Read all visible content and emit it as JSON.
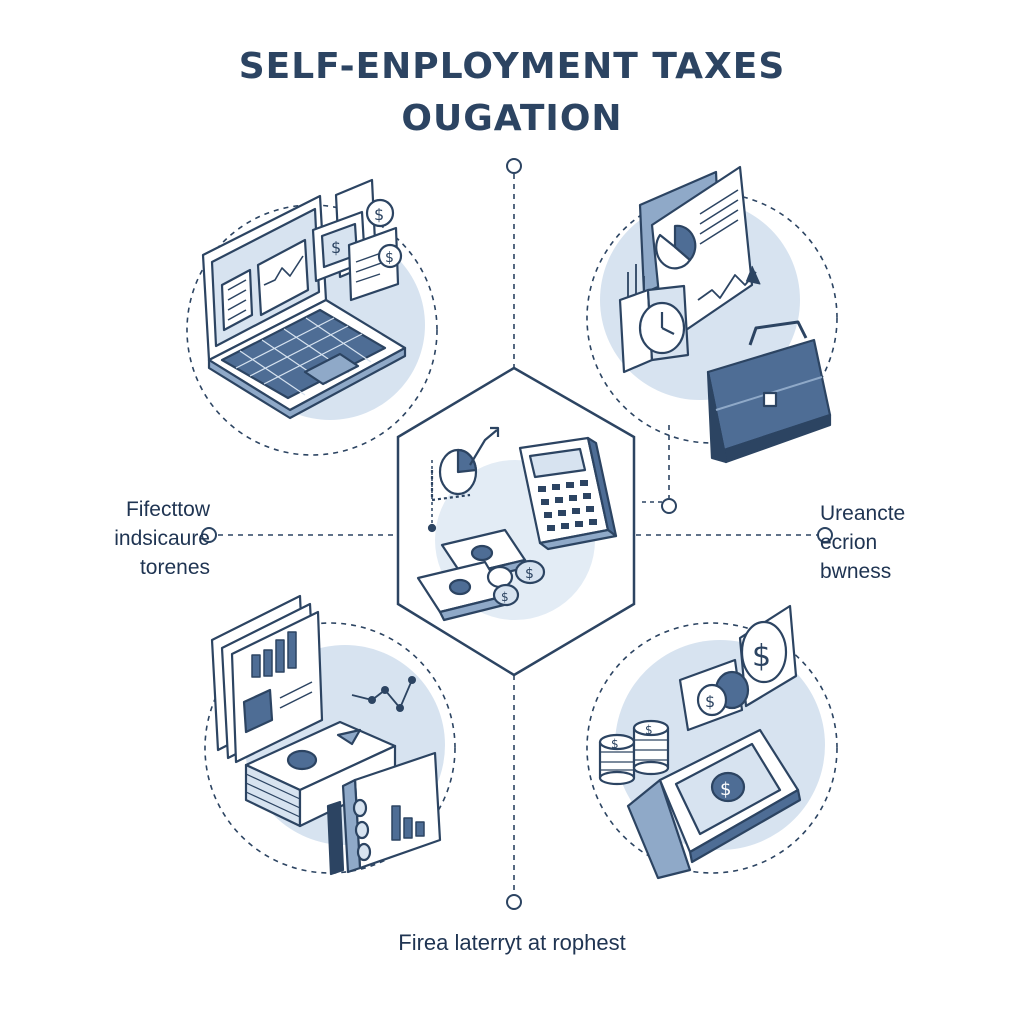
{
  "title": {
    "line1": "SELF-ENPLOYMENT TAXES",
    "line2": "OUGATION"
  },
  "labels": {
    "left": [
      "Fifecttow",
      "indsicaure",
      "torenes"
    ],
    "right": [
      "Ureancte",
      "ecrion",
      "bwness"
    ],
    "bottom": "Firea laterryt at rophest"
  },
  "colors": {
    "outline": "#2c4462",
    "accent_light": "#d7e3f0",
    "accent_mid": "#8fa9c8",
    "accent_dark": "#4e6d95",
    "background": "#ffffff"
  },
  "icons": {
    "center": "calculator-money-icon",
    "top_left": "laptop-finance-icon",
    "top_right": "briefcase-report-icon",
    "bottom_left": "report-cash-binder-icon",
    "bottom_right": "cash-coins-icon"
  }
}
